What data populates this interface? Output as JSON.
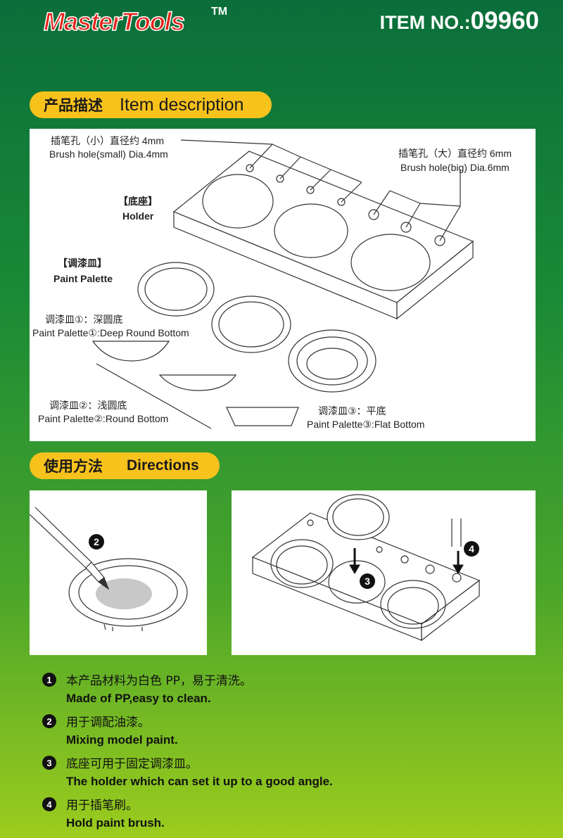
{
  "header": {
    "logo": "MasterTools",
    "tm": "TM",
    "item_label": "ITEM NO.:",
    "item_number": "09960"
  },
  "sections": {
    "description": {
      "zh": "产品描述",
      "en": "Item description"
    },
    "directions": {
      "zh": "使用方法",
      "en": "Directions"
    }
  },
  "labels": {
    "brush_small_zh": "插笔孔（小）直径约 4mm",
    "brush_small_en": "Brush hole(small) Dia.4mm",
    "brush_big_zh": "插笔孔（大）直径约 6mm",
    "brush_big_en": "Brush hole(big) Dia.6mm",
    "holder_zh": "【底座】",
    "holder_en": "Holder",
    "palette_zh": "【调漆皿】",
    "palette_en": "Paint Palette",
    "p1_zh": "调漆皿①：深圆底",
    "p1_en": "Paint Palette①:Deep Round Bottom",
    "p2_zh": "调漆皿②：浅圆底",
    "p2_en": "Paint Palette②:Round Bottom",
    "p3_zh": "调漆皿③：平底",
    "p3_en": "Paint Palette③:Flat Bottom"
  },
  "diagram_markers": {
    "two": "2",
    "three": "3",
    "four": "4"
  },
  "directions": [
    {
      "num": "1",
      "zh": "本产品材料为白色 PP，易于清洗。",
      "en": "Made of PP,easy to clean."
    },
    {
      "num": "2",
      "zh": "用于调配油漆。",
      "en": "Mixing model paint."
    },
    {
      "num": "3",
      "zh": "底座可用于固定调漆皿。",
      "en": "The holder which can set it up to a good angle."
    },
    {
      "num": "4",
      "zh": "用于插笔刷。",
      "en": "Hold paint brush."
    }
  ],
  "colors": {
    "logo_red": "#e32119",
    "pill_yellow": "#f8c21d",
    "bg_top": "#0a6e3a",
    "bg_bottom": "#9ccc1e"
  }
}
